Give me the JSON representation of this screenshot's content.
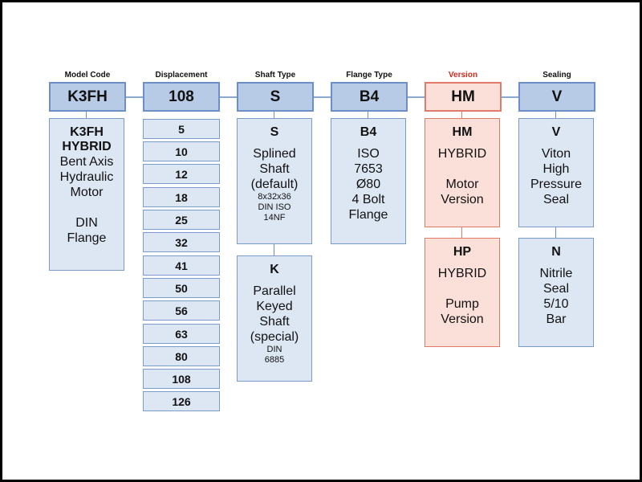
{
  "columns": [
    {
      "label": "Model Code",
      "code": "K3FH",
      "boxes": [
        {
          "code_line": "K3FH",
          "bold_line": "HYBRID",
          "text": "Bent Axis\nHydraulic\nMotor\n\nDIN\nFlange"
        }
      ]
    },
    {
      "label": "Displacement",
      "code": "108",
      "items": [
        "5",
        "10",
        "12",
        "18",
        "25",
        "32",
        "41",
        "50",
        "56",
        "63",
        "80",
        "108",
        "126"
      ]
    },
    {
      "label": "Shaft Type",
      "code": "S",
      "boxes": [
        {
          "code_line": "S",
          "text": "Splined\nShaft\n(default)",
          "small": "8x32x36\nDIN ISO\n14NF"
        },
        {
          "code_line": "K",
          "text": "Parallel\nKeyed\nShaft\n(special)",
          "small": "DIN\n6885"
        }
      ]
    },
    {
      "label": "Flange Type",
      "code": "B4",
      "boxes": [
        {
          "code_line": "B4",
          "text": "ISO\n7653\nØ80\n4 Bolt\nFlange"
        }
      ]
    },
    {
      "label": "Version",
      "code": "HM",
      "boxes": [
        {
          "code_line": "HM",
          "text": "HYBRID\n\nMotor\nVersion"
        },
        {
          "code_line": "HP",
          "text": "HYBRID\n\nPump\nVersion"
        }
      ]
    },
    {
      "label": "Sealing",
      "code": "V",
      "boxes": [
        {
          "code_line": "V",
          "text": "Viton\nHigh\nPressure\nSeal"
        },
        {
          "code_line": "N",
          "text": "Nitrile\nSeal\n5/10\nBar"
        }
      ]
    }
  ],
  "colors": {
    "box_blue": "#b7cae6",
    "box_light_blue": "#dde7f4",
    "border_blue": "#6b8fc6",
    "highlight_red": "#d4291c",
    "box_light_red": "#fbe0da"
  }
}
